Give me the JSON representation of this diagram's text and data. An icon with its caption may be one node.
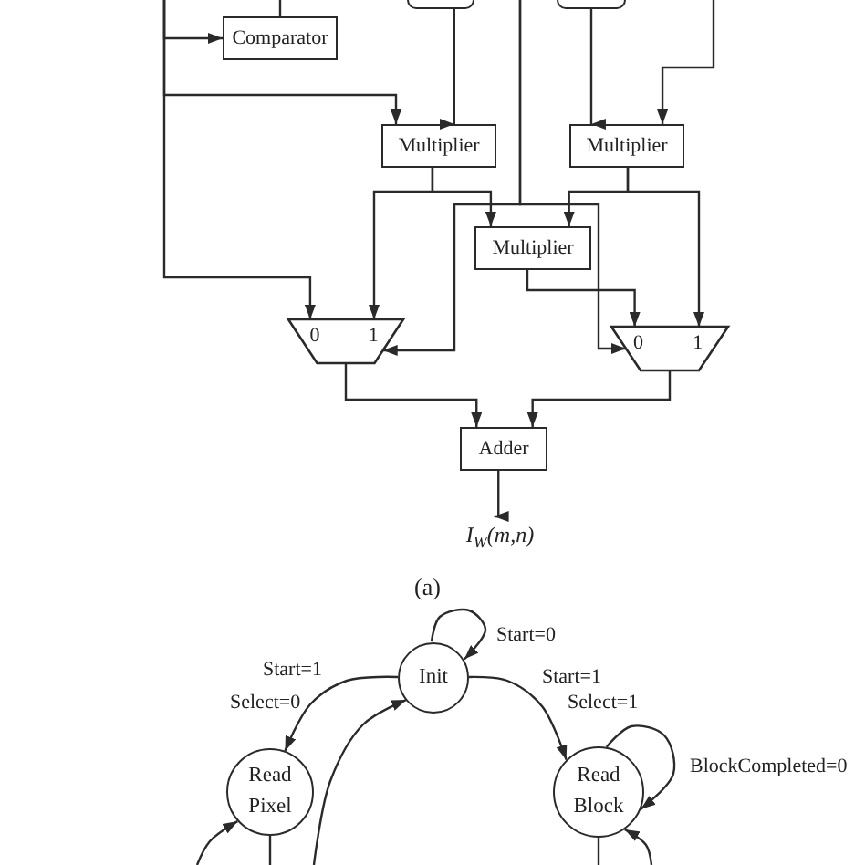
{
  "diagram": {
    "nodes": [
      {
        "text": [],
        "shape": "box"
      },
      {
        "text": [],
        "shape": "box"
      },
      {
        "text": [
          "Comparator"
        ]
      },
      {
        "text": [
          "Multiplier"
        ]
      },
      {
        "text": [
          "Multiplier"
        ]
      },
      {
        "text": [
          "Multiplier"
        ]
      },
      {
        "text": [
          "0",
          "1"
        ]
      },
      {
        "text": [
          "0",
          "1"
        ]
      },
      {
        "text": [
          "Adder"
        ]
      },
      {
        "text": [
          "I$_{W}$(m,n)"
        ]
      },
      {
        "text": [
          "Init"
        ]
      },
      {
        "text": [
          "Read Pixel"
        ]
      },
      {
        "text": [
          "Read Block"
        ]
      }
    ],
    "edges": [
      {
        "from": null,
        "to": 2,
        "arrow": "to"
      },
      {
        "from": null,
        "to": 3,
        "arrow": "to"
      },
      {
        "from": null,
        "to": 6,
        "arrow": "to"
      },
      {
        "from": 2,
        "to": null,
        "arrow": "none"
      },
      {
        "from": 0,
        "to": 3,
        "arrow": "to"
      },
      {
        "from": 1,
        "to": 4,
        "arrow": "to"
      },
      {
        "from": null,
        "to": 4,
        "arrow": "to"
      },
      {
        "from": null,
        "to": 6,
        "arrow": "to"
      },
      {
        "from": null,
        "to": 7,
        "arrow": "to"
      },
      {
        "from": 3,
        "to": 6,
        "arrow": "to"
      },
      {
        "from": 3,
        "to": 5,
        "arrow": "to"
      },
      {
        "from": 4,
        "to": 5,
        "arrow": "to"
      },
      {
        "from": 4,
        "to": 7,
        "arrow": "to"
      },
      {
        "from": 5,
        "to": 7,
        "arrow": "to"
      },
      {
        "from": 6,
        "to": 8,
        "arrow": "to"
      },
      {
        "from": 7,
        "to": 8,
        "arrow": "to"
      },
      {
        "from": 8,
        "to": 9,
        "arrow": "to"
      },
      {
        "from": 10,
        "to": 10,
        "arrow": "to",
        "label": "Start=0"
      },
      {
        "from": 10,
        "to": 11,
        "arrow": "to",
        "label": "Start=1 Select=0"
      },
      {
        "from": 10,
        "to": 12,
        "arrow": "to",
        "label": "Start=1 Select=1"
      },
      {
        "from": 12,
        "to": 12,
        "arrow": "to",
        "label": "BlockCompleted=0"
      },
      {
        "from": null,
        "to": 10,
        "arrow": "to"
      },
      {
        "from": 11,
        "to": null,
        "arrow": "none"
      },
      {
        "from": null,
        "to": 11,
        "arrow": "to"
      },
      {
        "from": 12,
        "to": null,
        "arrow": "none"
      },
      {
        "from": null,
        "to": 12,
        "arrow": "to"
      }
    ],
    "labels": [
      "(a)"
    ]
  }
}
